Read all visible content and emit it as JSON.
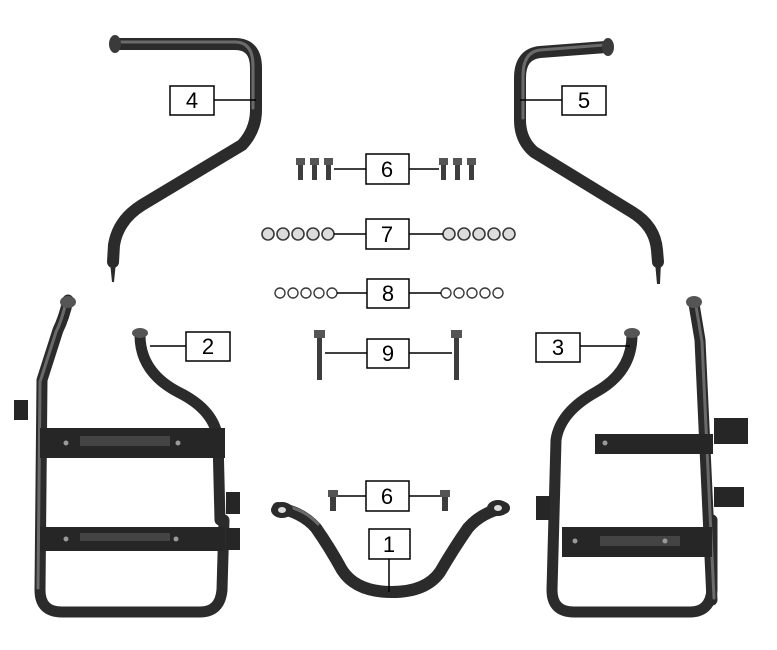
{
  "callouts": {
    "c1": "1",
    "c2": "2",
    "c3": "3",
    "c4": "4",
    "c5": "5",
    "c6a": "6",
    "c6b": "6",
    "c7": "7",
    "c8": "8",
    "c9": "9"
  },
  "colors": {
    "part": "#2b2b2b",
    "background": "#ffffff"
  }
}
